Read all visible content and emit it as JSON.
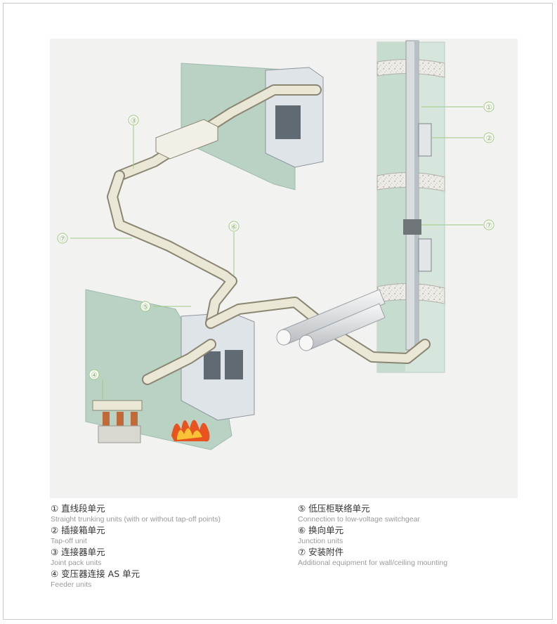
{
  "callouts": [
    {
      "num": "①"
    },
    {
      "num": "②"
    },
    {
      "num": "③"
    },
    {
      "num": "④"
    },
    {
      "num": "⑤"
    },
    {
      "num": "⑥"
    },
    {
      "num": "⑦"
    },
    {
      "num": "⑦"
    }
  ],
  "legend_left": [
    {
      "zh": "① 直线段单元",
      "en": "Straight trunking units (with or without tap-off points)"
    },
    {
      "zh": "② 插接箱单元",
      "en": "Tap-off unit"
    },
    {
      "zh": "③ 连接器单元",
      "en": "Joint pack units"
    },
    {
      "zh": "④ 变压器连接 AS 单元",
      "en": "Feeder units"
    }
  ],
  "legend_right": [
    {
      "zh": "⑤ 低压柜联络单元",
      "en": "Connection to low-voltage switchgear"
    },
    {
      "zh": "⑥ 换向单元",
      "en": "Junction units"
    },
    {
      "zh": "⑦ 安装附件",
      "en": "Additional equipment for wall/ceiling mounting"
    }
  ],
  "colors": {
    "callout": "#8ab56a",
    "wall": "#b9d2c4",
    "busway": "#ebe7d6",
    "cabinet": "#dfe4e8",
    "concrete": "#e8e7e2"
  }
}
